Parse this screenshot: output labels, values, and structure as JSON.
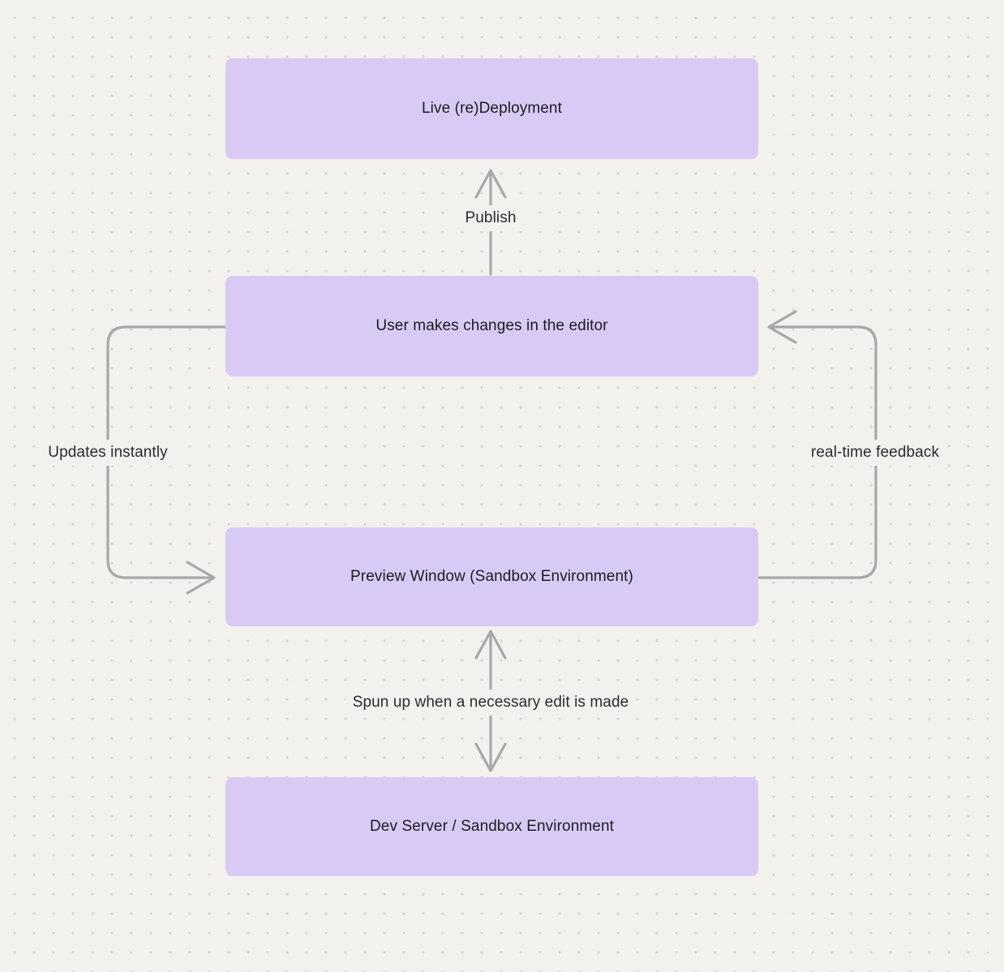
{
  "diagram": {
    "background_color": "#f2f1ee",
    "dot_color": "#d7d5d2",
    "node_fill": "#d9caf5",
    "node_text_color": "#1c1c1e",
    "arrow_color": "#a8a8a8",
    "label_text_color": "#2c2c2e"
  },
  "nodes": [
    {
      "id": "live-redeployment",
      "label": "Live (re)Deployment"
    },
    {
      "id": "user-editor",
      "label": "User makes changes in the editor"
    },
    {
      "id": "preview-window",
      "label": "Preview Window (Sandbox Environment)"
    },
    {
      "id": "dev-server",
      "label": "Dev Server / Sandbox Environment"
    }
  ],
  "edge_labels": {
    "publish": "Publish",
    "updates_instantly": "Updates instantly",
    "real_time_feedback": "real-time feedback",
    "spun_up": "Spun up when a necessary edit is made"
  }
}
